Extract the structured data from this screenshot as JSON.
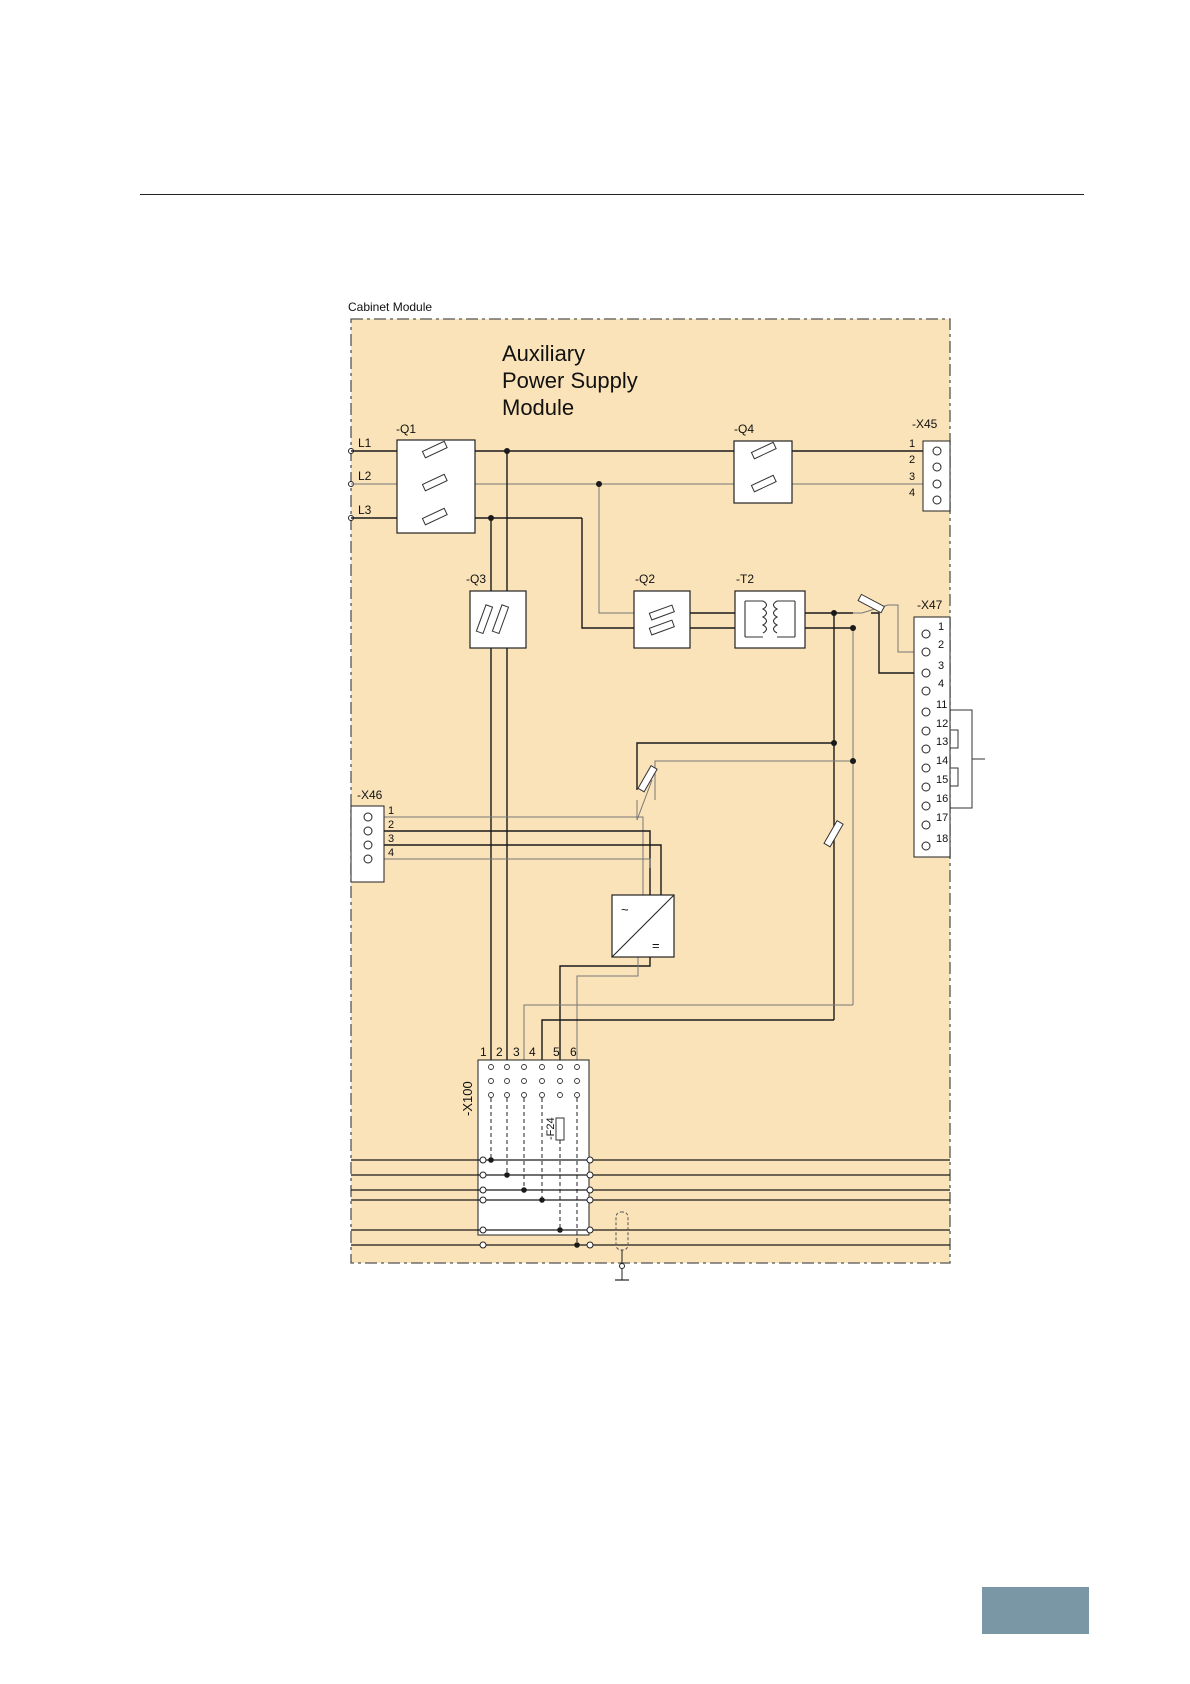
{
  "diagram": {
    "frame_label": "Cabinet Module",
    "title_lines": [
      "Auxiliary",
      "Power Supply",
      "Module"
    ],
    "phases": [
      "L1",
      "L2",
      "L3"
    ],
    "components": {
      "q1": "-Q1",
      "q2": "-Q2",
      "q3": "-Q3",
      "q4": "-Q4",
      "t2": "-T2",
      "x45": "-X45",
      "x46": "-X46",
      "x47": "-X47",
      "x100": "-X100",
      "f24": "-F24"
    },
    "x45_terminals": [
      "1",
      "2",
      "3",
      "4"
    ],
    "x46_terminals": [
      "1",
      "2",
      "3",
      "4"
    ],
    "x47_terminals": [
      "1",
      "2",
      "3",
      "4",
      "11",
      "12",
      "13",
      "14",
      "15",
      "16",
      "17",
      "18"
    ],
    "x100_terminals": [
      "1",
      "2",
      "3",
      "4",
      "5",
      "6"
    ],
    "converter_symbols": {
      "ac": "~",
      "dc": "="
    }
  },
  "colors": {
    "module_fill": "#fae3b8",
    "line": "#1a1a1a",
    "thin_line": "#777777",
    "corner_tab": "#7a97a6"
  }
}
